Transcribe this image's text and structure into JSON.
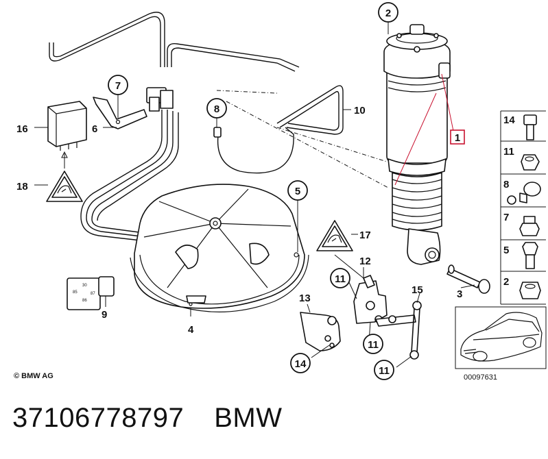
{
  "callouts": {
    "c1": "1",
    "c2": "2",
    "c3": "3",
    "c4": "4",
    "c5": "5",
    "c6": "6",
    "c7": "7",
    "c8": "8",
    "c9": "9",
    "c10": "10",
    "c11a": "11",
    "c11b": "11",
    "c11c": "11",
    "c12": "12",
    "c13": "13",
    "c14": "14",
    "c15": "15",
    "c16": "16",
    "c17": "17",
    "c18": "18"
  },
  "legend": [
    "14",
    "11",
    "8",
    "7",
    "5",
    "2"
  ],
  "relay_labels": {
    "p30": "30",
    "p85": "85",
    "p87": "87",
    "p86": "86"
  },
  "copyright": "© BMW AG",
  "drawing_id": "00097631",
  "footer": {
    "part_number": "37106778797",
    "brand": "BMW"
  },
  "colors": {
    "highlight": "#c8102e",
    "line": "#111111"
  }
}
